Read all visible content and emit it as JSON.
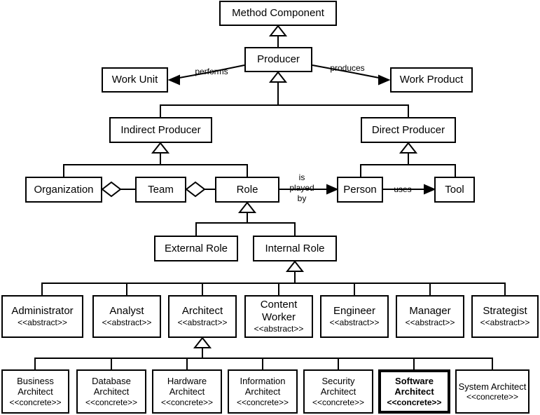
{
  "diagram": {
    "nodes": {
      "method_component": {
        "name": "Method Component"
      },
      "producer": {
        "name": "Producer"
      },
      "work_unit": {
        "name": "Work Unit"
      },
      "work_product": {
        "name": "Work Product"
      },
      "indirect_producer": {
        "name": "Indirect Producer"
      },
      "direct_producer": {
        "name": "Direct Producer"
      },
      "organization": {
        "name": "Organization"
      },
      "team": {
        "name": "Team"
      },
      "role": {
        "name": "Role"
      },
      "person": {
        "name": "Person"
      },
      "tool": {
        "name": "Tool"
      },
      "external_role": {
        "name": "External Role"
      },
      "internal_role": {
        "name": "Internal Role"
      },
      "administrator": {
        "name": "Administrator",
        "stereotype": "<<abstract>>"
      },
      "analyst": {
        "name": "Analyst",
        "stereotype": "<<abstract>>"
      },
      "architect": {
        "name": "Architect",
        "stereotype": "<<abstract>>"
      },
      "content_worker": {
        "name": "Content Worker",
        "stereotype": "<<abstract>>"
      },
      "engineer": {
        "name": "Engineer",
        "stereotype": "<<abstract>>"
      },
      "manager": {
        "name": "Manager",
        "stereotype": "<<abstract>>"
      },
      "strategist": {
        "name": "Strategist",
        "stereotype": "<<abstract>>"
      },
      "business_architect": {
        "name": "Business Architect",
        "stereotype": "<<concrete>>"
      },
      "database_architect": {
        "name": "Database Architect",
        "stereotype": "<<concrete>>"
      },
      "hardware_architect": {
        "name": "Hardware Architect",
        "stereotype": "<<concrete>>"
      },
      "information_architect": {
        "name": "Information Architect",
        "stereotype": "<<concrete>>"
      },
      "security_architect": {
        "name": "Security Architect",
        "stereotype": "<<concrete>>"
      },
      "software_architect": {
        "name": "Software Architect",
        "stereotype": "<<concrete>>",
        "highlighted": true
      },
      "system_architect": {
        "name": "System Architect",
        "stereotype": "<<concrete>>"
      }
    },
    "relationships": {
      "performs": "performs",
      "produces": "produces",
      "played_by": "is played by",
      "uses": "uses"
    }
  }
}
